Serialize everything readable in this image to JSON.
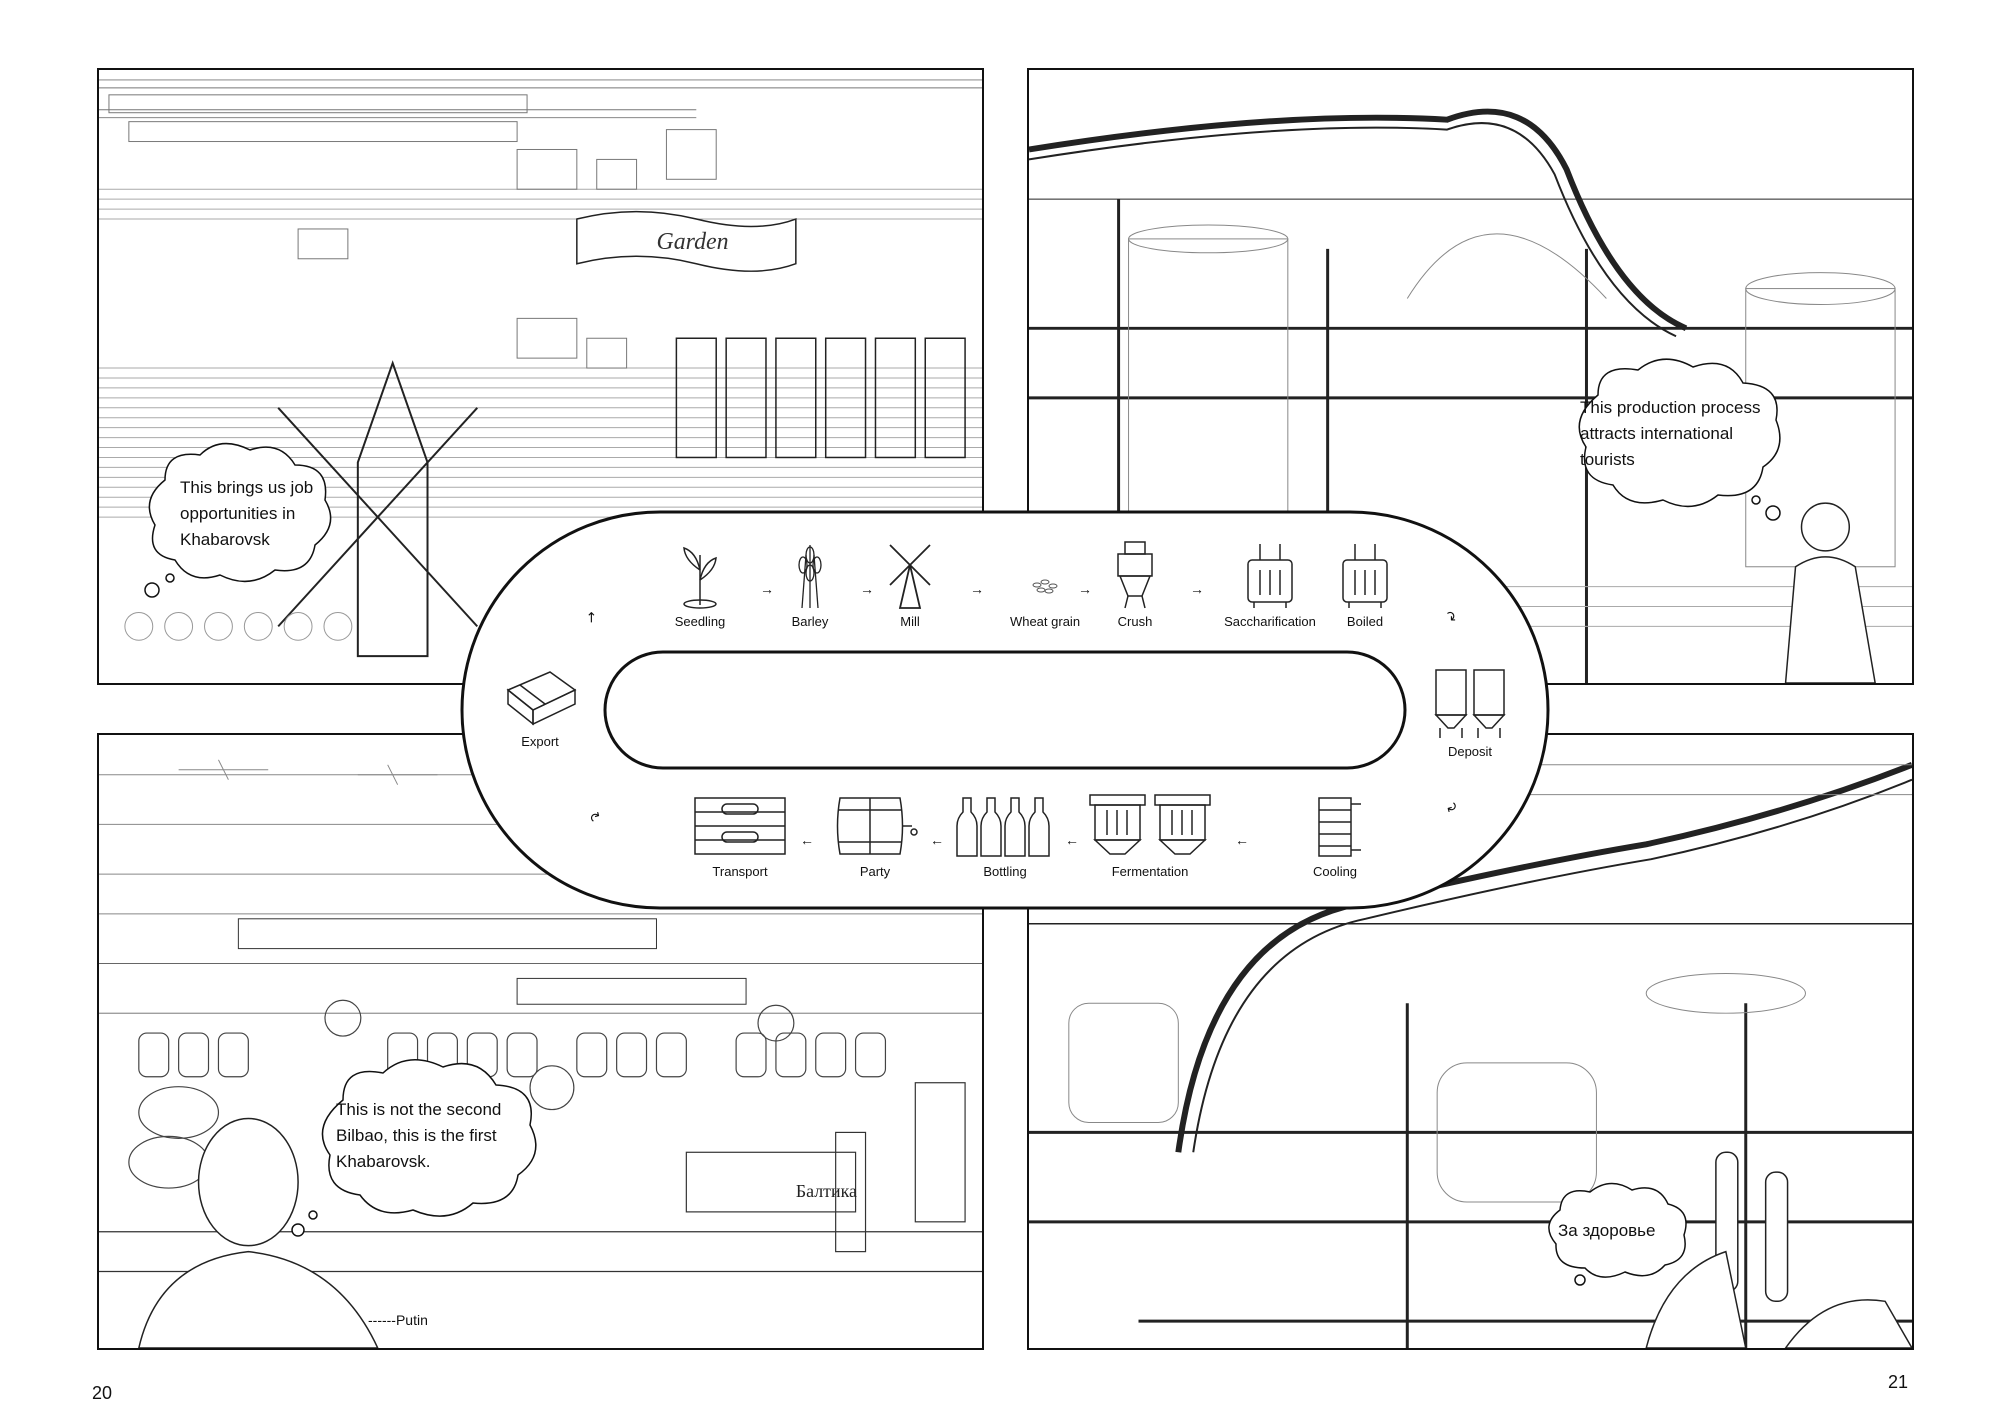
{
  "panels": {
    "top_left": {
      "sign": "Garden",
      "bubble": [
        "This brings us job",
        "opportunities in",
        "Khabarovsk"
      ]
    },
    "top_right": {
      "bubble": [
        "This production process",
        "attracts international",
        "tourists"
      ]
    },
    "bottom_left": {
      "bubble": [
        "This is not the second",
        "Bilbao, this is the first",
        "Khabarovsk."
      ],
      "signature": "------Putin",
      "brand": "Балтика"
    },
    "bottom_right": {
      "bubble": [
        "За здоровье"
      ]
    }
  },
  "process": {
    "top_row": [
      {
        "label": "Seedling",
        "icon": "seedling-icon"
      },
      {
        "label": "Barley",
        "icon": "barley-icon"
      },
      {
        "label": "Mill",
        "icon": "mill-icon"
      },
      {
        "label": "Wheat grain",
        "icon": "wheat-grain-icon"
      },
      {
        "label": "Crush",
        "icon": "crusher-icon"
      },
      {
        "label": "Saccharification",
        "icon": "tank-icon"
      },
      {
        "label": "Boiled",
        "icon": "boiler-icon"
      }
    ],
    "right": {
      "label": "Deposit",
      "icon": "silo-icon"
    },
    "bottom_row": [
      {
        "label": "Cooling",
        "icon": "cooler-icon"
      },
      {
        "label": "Fermentation",
        "icon": "fermenter-icon"
      },
      {
        "label": "Bottling",
        "icon": "bottles-icon"
      },
      {
        "label": "Party",
        "icon": "barrel-icon"
      },
      {
        "label": "Transport",
        "icon": "crate-icon"
      }
    ],
    "left": {
      "label": "Export",
      "icon": "package-icon"
    }
  },
  "page_numbers": {
    "left": "20",
    "right": "21"
  }
}
